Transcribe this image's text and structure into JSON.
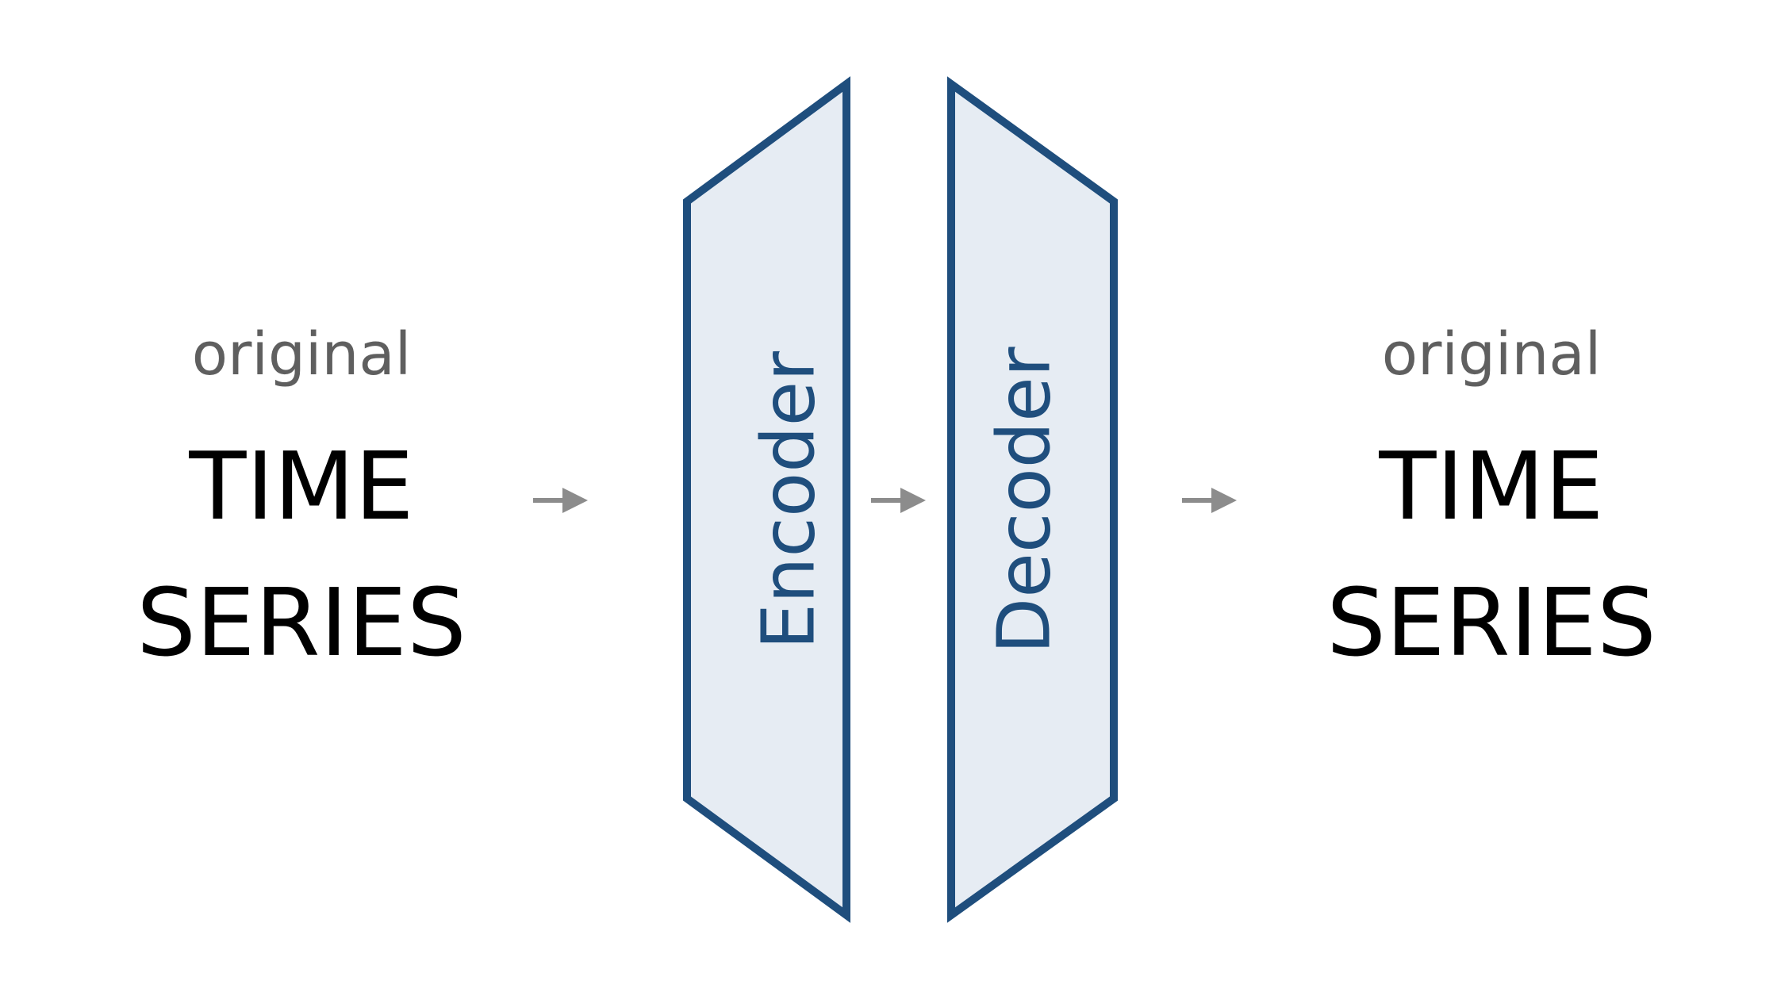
{
  "diagram": {
    "input": {
      "label_small": "original",
      "label_line1": "TIME",
      "label_line2": "SERIES"
    },
    "encoder": {
      "label": "Encoder"
    },
    "decoder": {
      "label": "Decoder"
    },
    "output": {
      "label_small": "original",
      "label_line1": "TIME",
      "label_line2": "SERIES"
    },
    "colors": {
      "block_fill": "#e6ecf3",
      "block_stroke": "#1f4e7d",
      "block_text": "#1f4e7d",
      "arrow": "#8c8c8c",
      "small_label": "#5f5f5f",
      "big_label": "#000000"
    }
  }
}
